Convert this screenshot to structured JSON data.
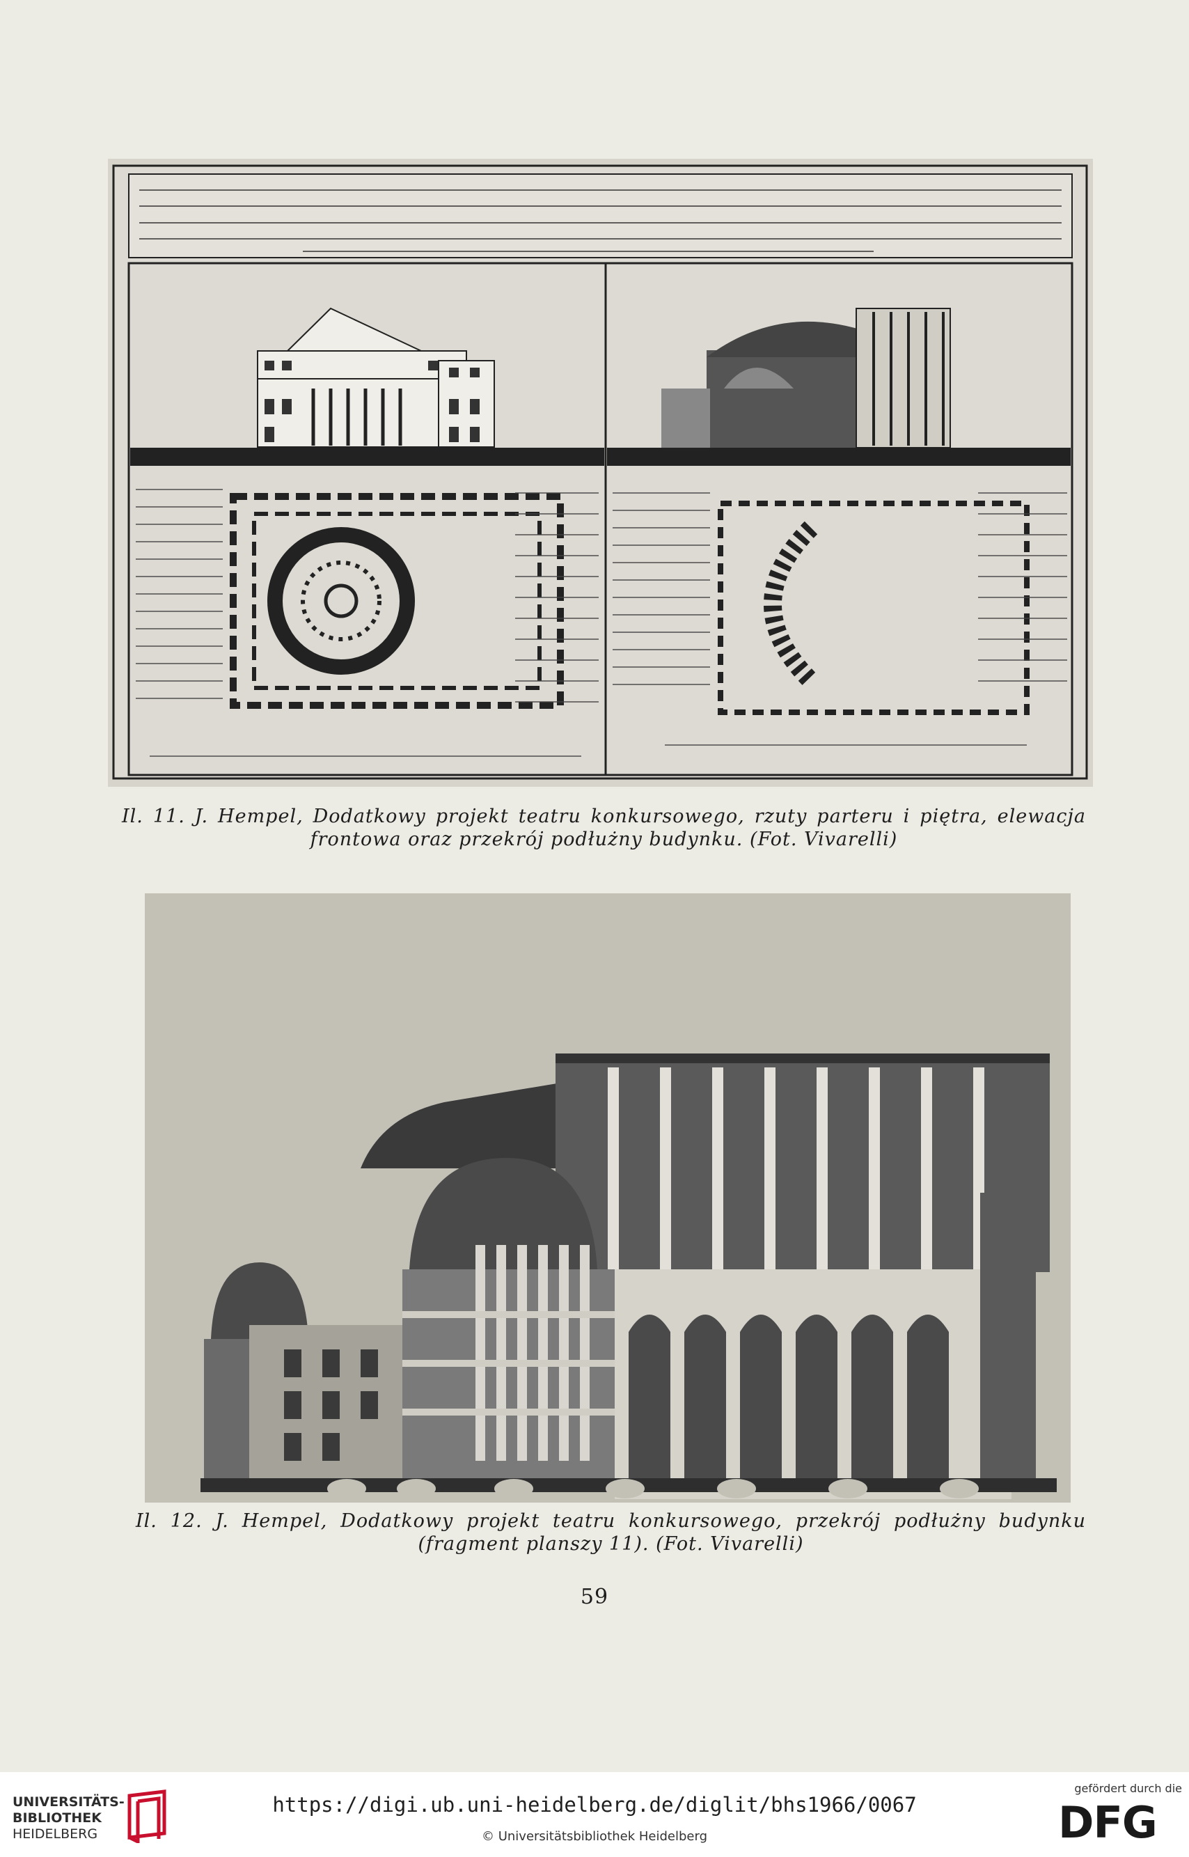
{
  "figure11": {
    "caption": "Il. 11. J. Hempel, Dodatkowy projekt teatru konkursowego, rzuty parteru i piętra, elewacja frontowa oraz przekrój podłużny budynku. (Fot. Vivarelli)"
  },
  "figure12": {
    "caption": "Il. 12. J. Hempel, Dodatkowy projekt teatru konkursowego, przekrój podłużny budynku (fragment planszy 11). (Fot. Vivarelli)"
  },
  "page_number": "59",
  "footer": {
    "library_line1": "UNIVERSITÄTS-",
    "library_line2": "BIBLIOTHEK",
    "library_line3": "HEIDELBERG",
    "url": "https://digi.ub.uni-heidelberg.de/diglit/bhs1966/0067",
    "copyright": "© Universitätsbibliothek Heidelberg",
    "funder_note": "gefördert durch die",
    "funder_logo": "DFG"
  },
  "colors": {
    "paper": "#ecebe4",
    "ink": "#1a1a1a",
    "brand_red": "#c8102e"
  }
}
